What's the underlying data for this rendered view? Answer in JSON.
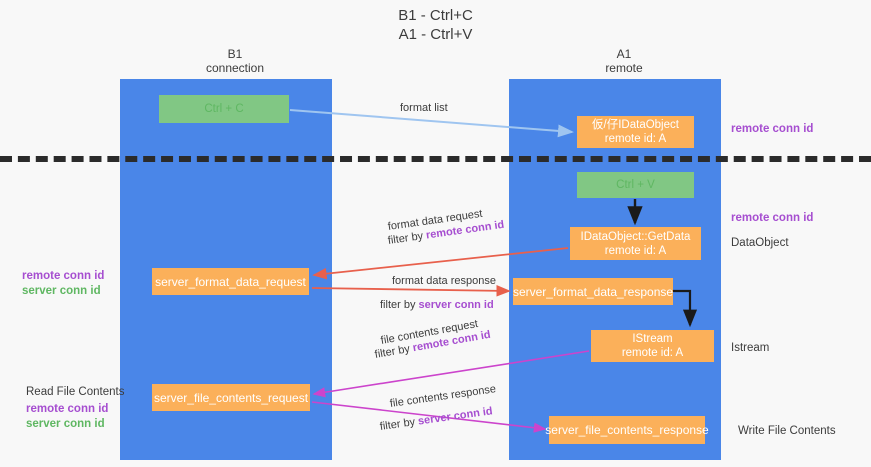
{
  "title": "B1 - Ctrl+C\nA1 - Ctrl+V",
  "columns": {
    "left": {
      "label": "B1\nconnection",
      "color": "#4a86e8"
    },
    "right": {
      "label": "A1\nremote",
      "color": "#4a86e8"
    }
  },
  "boxes": {
    "ctrl_c": "Ctrl + C",
    "idataobject": "仮/仔IDataObject\nremote id: A",
    "ctrl_v": "Ctrl + V",
    "getdata": "IDataObject::GetData\nremote id: A",
    "server_format_data_request": "server_format_data_request",
    "server_format_data_response": "server_format_data_response",
    "istream": "IStream\nremote id: A",
    "server_file_contents_request": "server_file_contents_request",
    "server_file_contents_response": "server_file_contents_response"
  },
  "edge_labels": {
    "format_list": "format list",
    "format_data_request": "format data request",
    "format_data_request_filter_prefix": "filter by ",
    "format_data_request_filter_value": "remote conn id",
    "format_data_response": "format data response",
    "format_data_response_filter_prefix": "filter by ",
    "format_data_response_filter_value": "server conn id",
    "file_contents_request": "file contents request",
    "file_contents_request_filter_prefix": "filter by ",
    "file_contents_request_filter_value": "remote conn id",
    "file_contents_response": "file contents response",
    "file_contents_response_filter_prefix": "filter by ",
    "file_contents_response_filter_value": "server conn id"
  },
  "annotations": {
    "remote_conn_id_top": "remote conn id",
    "remote_conn_id_mid": "remote conn id",
    "dataobject": "DataObject",
    "istream": "Istream",
    "write_file_contents": "Write File Contents",
    "read_file_contents": "Read File Contents",
    "left_remote_conn_id": "remote conn id",
    "left_server_conn_id": "server conn id",
    "left_remote_conn_id_2": "remote conn id",
    "left_server_conn_id_2": "server conn id"
  },
  "colors": {
    "column_blue": "#4a86e8",
    "box_orange": "#fbb05a",
    "box_green": "#81c784",
    "purple": "#a64ed0",
    "green_text": "#5fb762",
    "arrow_lightblue": "#9fc5f0",
    "arrow_red": "#e8604c",
    "arrow_magenta": "#cc44cc",
    "arrow_black": "#1a1a1a",
    "divider_black": "#2b2b2b",
    "background": "#f8f8f8"
  }
}
